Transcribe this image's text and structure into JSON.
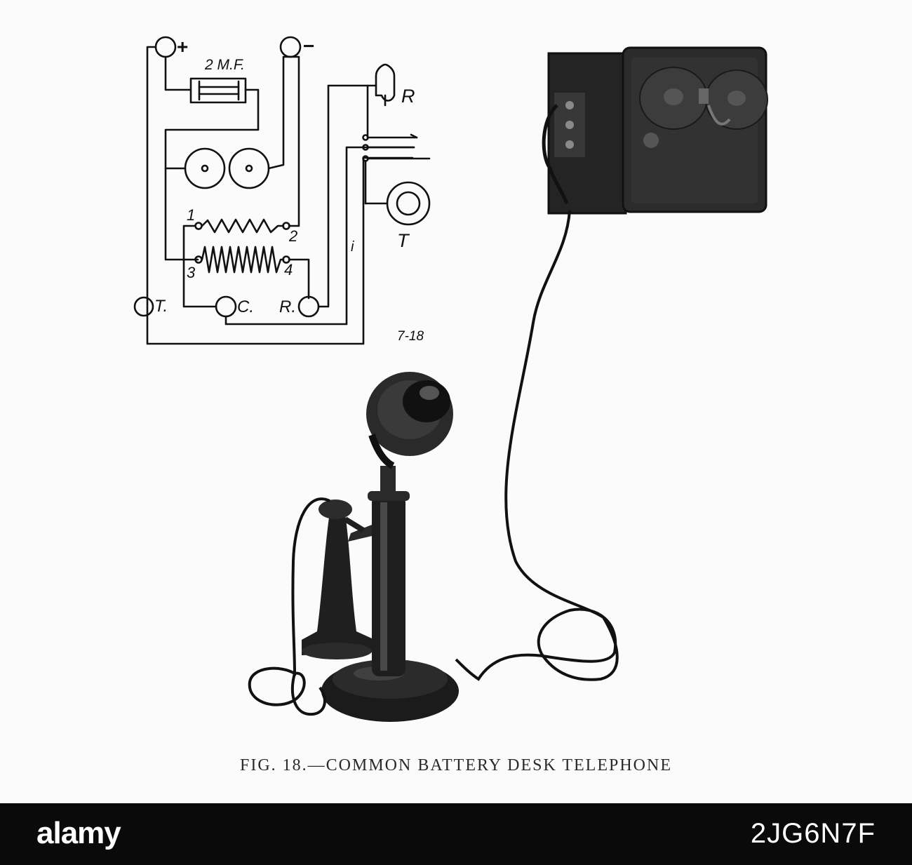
{
  "diagram": {
    "labels": {
      "plus": "+",
      "minus": "−",
      "capacitor": "2 M.F.",
      "receiver": "R",
      "transmitter": "T",
      "coil_1": "1",
      "coil_2": "2",
      "coil_3": "3",
      "coil_4": "4",
      "term_t": "T.",
      "term_c": "C.",
      "term_r": "R.",
      "wire_i": "i",
      "drawing_no": "7-18"
    }
  },
  "caption": "FIG. 18.—COMMON BATTERY DESK TELEPHONE",
  "stock": {
    "logo": "alamy",
    "image_id": "2JG6N7F"
  }
}
